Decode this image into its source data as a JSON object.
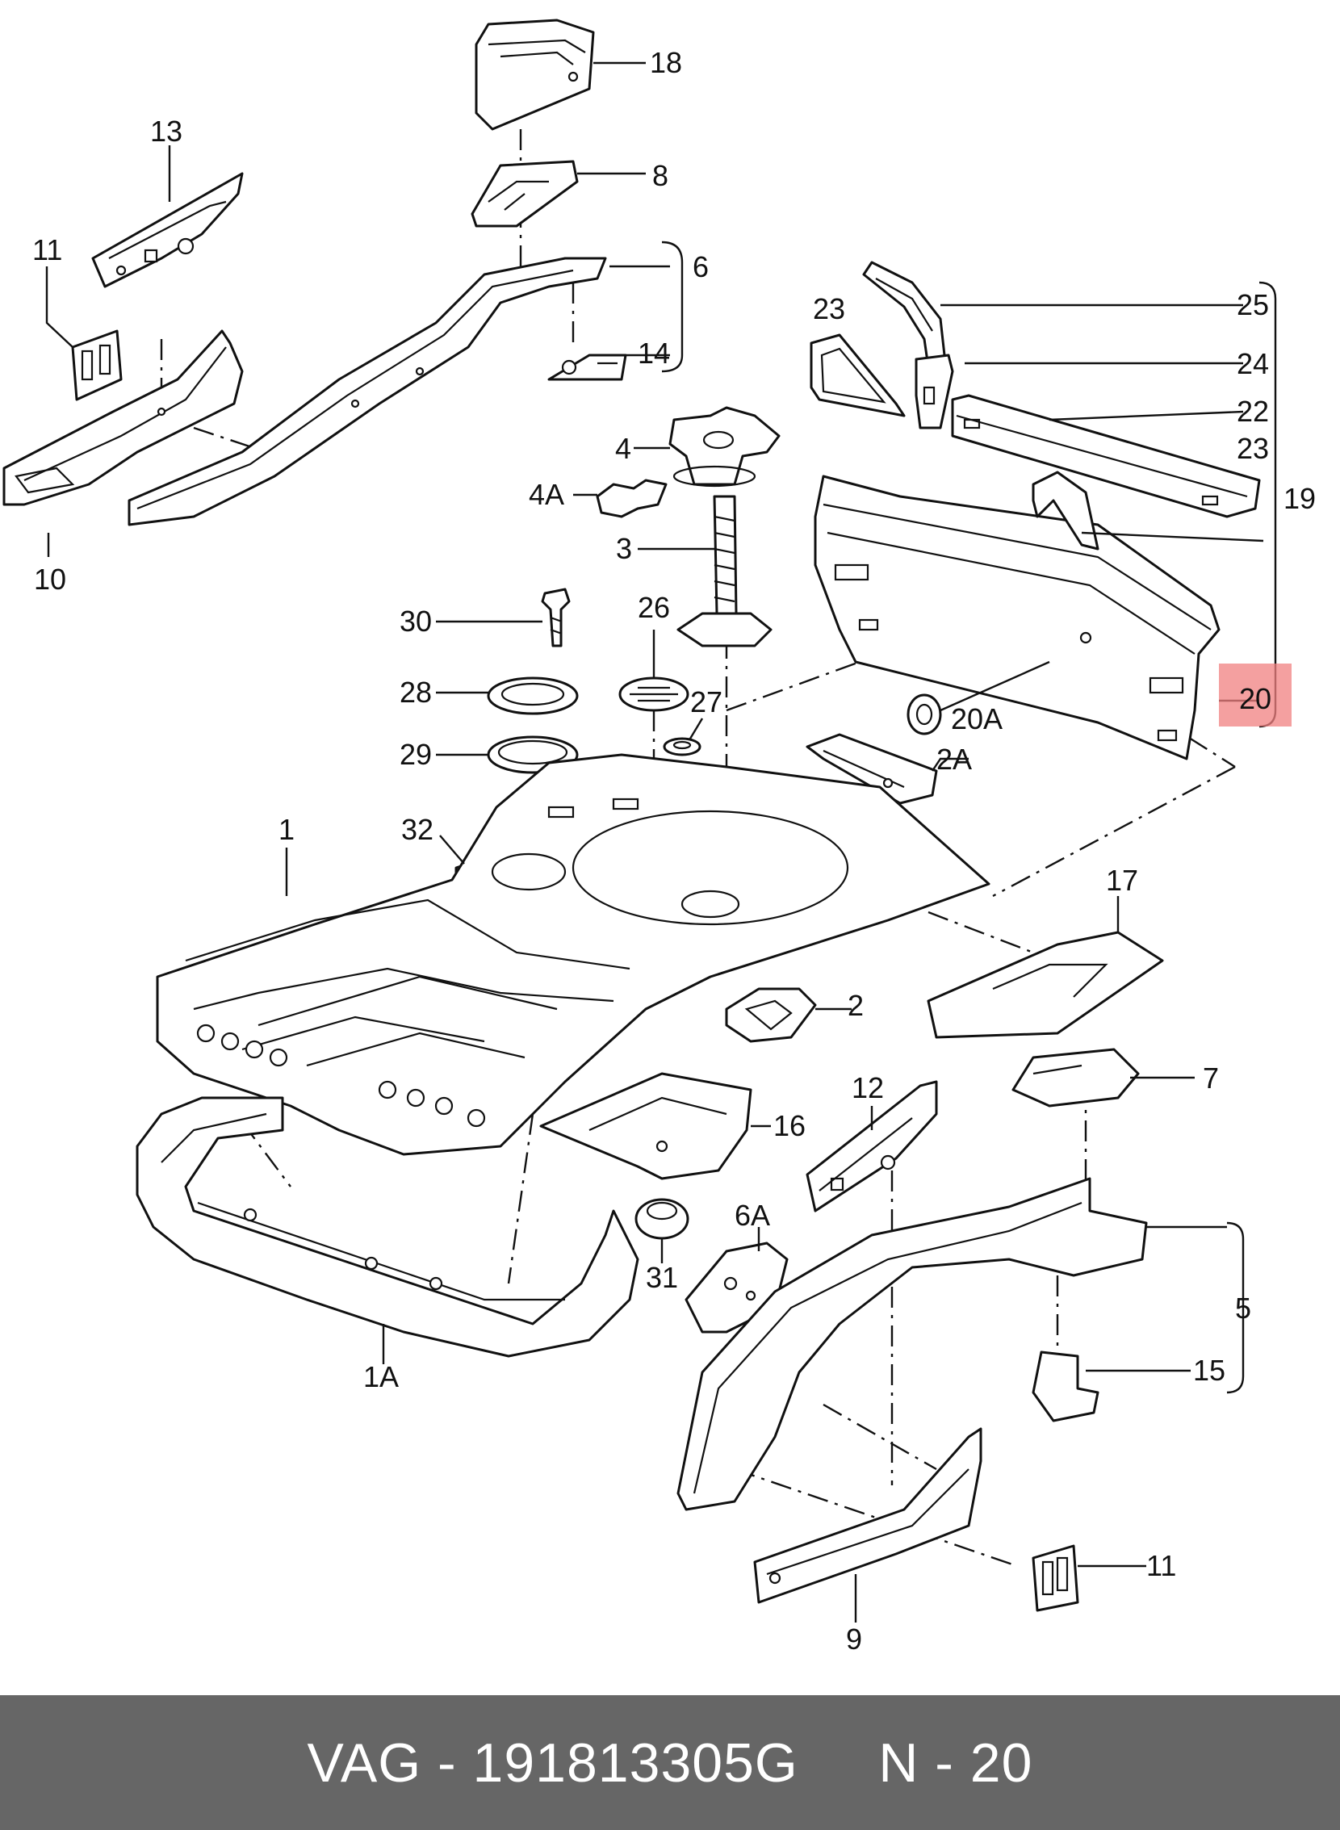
{
  "callouts": {
    "p1": "1",
    "p1A": "1A",
    "p2": "2",
    "p2A": "2A",
    "p3": "3",
    "p4": "4",
    "p4A": "4A",
    "p5": "5",
    "p6": "6",
    "p6A": "6A",
    "p7": "7",
    "p8": "8",
    "p9": "9",
    "p10": "10",
    "p11a": "11",
    "p11b": "11",
    "p12": "12",
    "p13": "13",
    "p14": "14",
    "p15": "15",
    "p16": "16",
    "p17": "17",
    "p18": "18",
    "p19": "19",
    "p20": "20",
    "p20A": "20A",
    "p22": "22",
    "p23a": "23",
    "p23b": "23",
    "p24": "24",
    "p25": "25",
    "p26": "26",
    "p27": "27",
    "p28": "28",
    "p29": "29",
    "p30": "30",
    "p31": "31",
    "p32": "32"
  },
  "highlight": {
    "label": "20",
    "color": "#f08080"
  },
  "footer": {
    "text": "VAG - 191813305G     N - 20",
    "background": "#666666"
  }
}
